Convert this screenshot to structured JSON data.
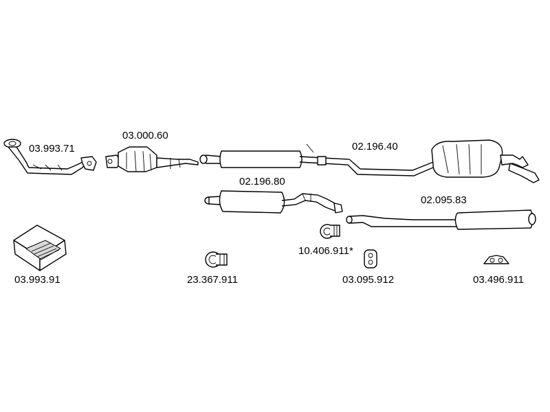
{
  "parts": {
    "manifold_pipe": "03.993.71",
    "catalyst": "03.000.60",
    "front_silencer": "02.196.40",
    "middle_silencer": "02.196.80",
    "rear_silencer": "02.095.83",
    "mounting_kit": "03.993.91",
    "clamp_a": "23.367.911",
    "clamp_b": "10.406.911*",
    "rubber_hanger": "03.095.912",
    "bracket": "03.496.911"
  }
}
